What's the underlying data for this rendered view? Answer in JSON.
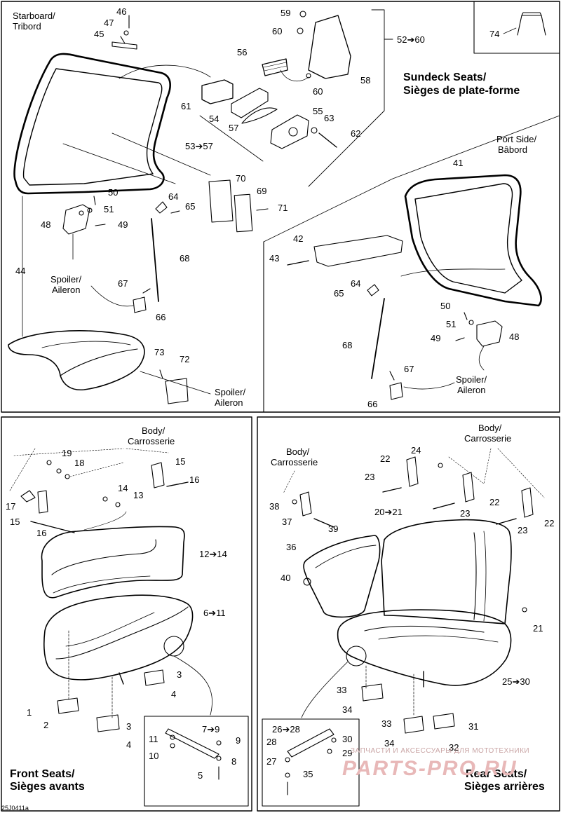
{
  "panels": {
    "sundeck": {
      "title_en": "Sundeck Seats/",
      "title_fr": "Sièges de plate-forme",
      "starboard_en": "Starboard/",
      "starboard_fr": "Tribord",
      "port_en": "Port Side/",
      "port_fr": "Bâbord",
      "spoiler_en": "Spoiler/",
      "spoiler_fr": "Aileron"
    },
    "front": {
      "title_en": "Front Seats/",
      "title_fr": "Sièges avants",
      "body_en": "Body/",
      "body_fr": "Carrosserie"
    },
    "rear": {
      "title_en": "Rear Seats/",
      "title_fr": "Sièges arrières",
      "body_en": "Body/",
      "body_fr": "Carrosserie"
    }
  },
  "callouts": {
    "c46": "46",
    "c47": "47",
    "c45": "45",
    "c59": "59",
    "c60a": "60",
    "c60b": "60",
    "c56": "56",
    "c58": "58",
    "c61": "61",
    "c54": "54",
    "c57": "57",
    "c55": "55",
    "c63": "63",
    "c62": "62",
    "c53": "53➔57",
    "c52": "52➔60",
    "c74": "74",
    "c70": "70",
    "c69": "69",
    "c71": "71",
    "c64a": "64",
    "c65a": "65",
    "c50a": "50",
    "c51a": "51",
    "c48a": "48",
    "c49a": "49",
    "c44": "44",
    "c68a": "68",
    "c67a": "67",
    "c66a": "66",
    "c73": "73",
    "c72": "72",
    "c41": "41",
    "c42": "42",
    "c43": "43",
    "c64b": "64",
    "c65b": "65",
    "c50b": "50",
    "c51b": "51",
    "c49b": "49",
    "c48b": "48",
    "c68b": "68",
    "c67b": "67",
    "c66b": "66",
    "c19": "19",
    "c18": "18",
    "c15a": "15",
    "c16a": "16",
    "c14": "14",
    "c13": "13",
    "c17": "17",
    "c15b": "15",
    "c16b": "16",
    "c12": "12➔14",
    "c6": "6➔11",
    "c3a": "3",
    "c4a": "4",
    "c1": "1",
    "c2": "2",
    "c3b": "3",
    "c4b": "4",
    "c7": "7➔9",
    "c11": "11",
    "c9": "9",
    "c10": "10",
    "c8": "8",
    "c5": "5",
    "c24": "24",
    "c22a": "22",
    "c23a": "23",
    "c22b": "22",
    "c23b": "23",
    "c22c": "22",
    "c23c": "23",
    "c38": "38",
    "c37": "37",
    "c39": "39",
    "c20": "20➔21",
    "c36": "36",
    "c40": "40",
    "c21": "21",
    "c25": "25➔30",
    "c33a": "33",
    "c34a": "34",
    "c33b": "33",
    "c34b": "34",
    "c31": "31",
    "c32": "32",
    "c26": "26➔28",
    "c28": "28",
    "c30": "30",
    "c27": "27",
    "c29": "29",
    "c35": "35"
  },
  "watermark": {
    "small": "ЗАПЧАСТИ И АКСЕССУАРЫ ДЛЯ МОТОТЕХНИКИ",
    "big": "PARTS-PRO.RU"
  },
  "figure_code": "25J0411a"
}
